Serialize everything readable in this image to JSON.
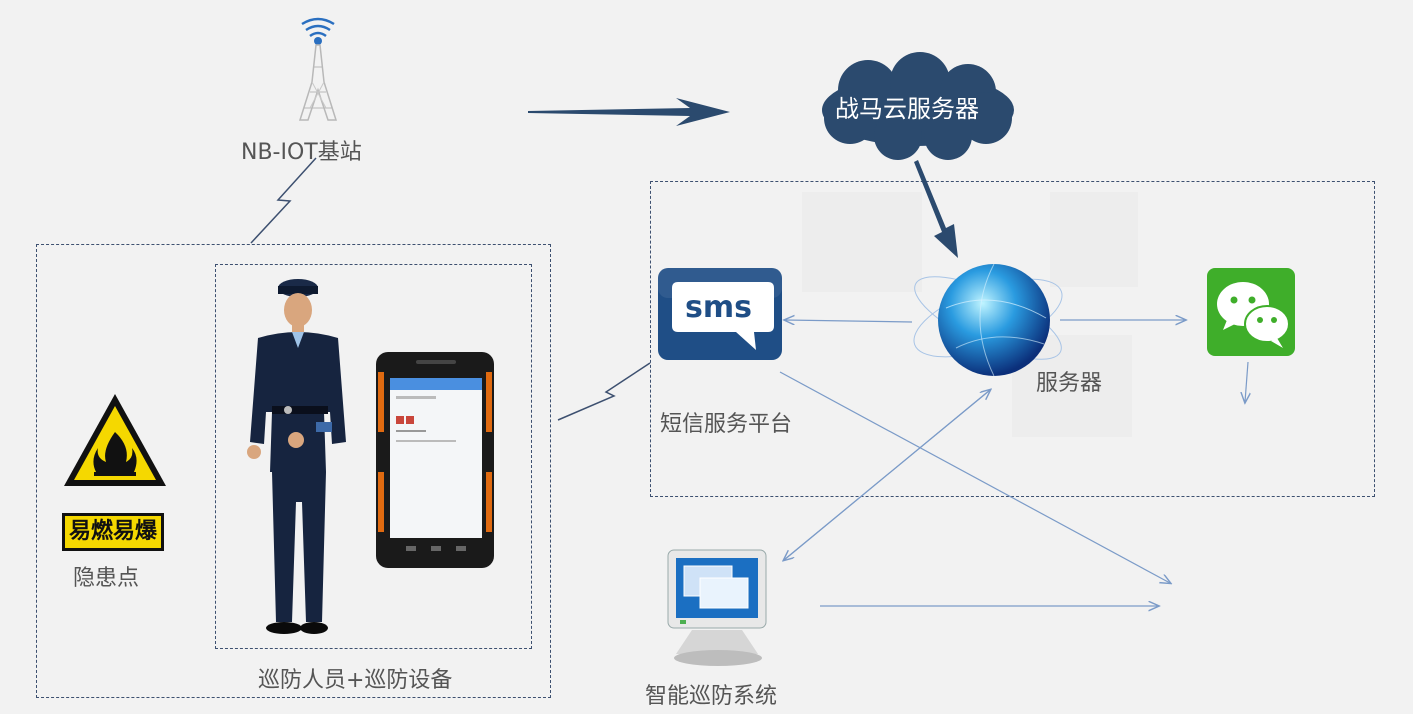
{
  "labels": {
    "base_station": "NB-IOT基站",
    "cloud": "战马云服务器",
    "server": "服务器",
    "sms_platform": "短信服务平台",
    "sms_icon_text": "sms",
    "hazard_sign": "易燃易爆",
    "hazard_point": "隐患点",
    "patrol": "巡防人员+巡防设备",
    "patrol_system": "智能巡防系统"
  },
  "colors": {
    "cloud": "#2b4a6e",
    "arrow_main": "#2b4a6e",
    "connector": "#7b9bc8",
    "hazard_yellow": "#f5d800",
    "wechat_green": "#3fae2a",
    "sms_blue": "#1f4e86"
  },
  "icons": [
    "radio-tower-icon",
    "cloud-icon",
    "globe-server-icon",
    "sms-icon",
    "wechat-icon",
    "hazard-fire-icon",
    "guard-figure",
    "handheld-device-icon",
    "monitor-icon",
    "lightning-link-icon"
  ]
}
